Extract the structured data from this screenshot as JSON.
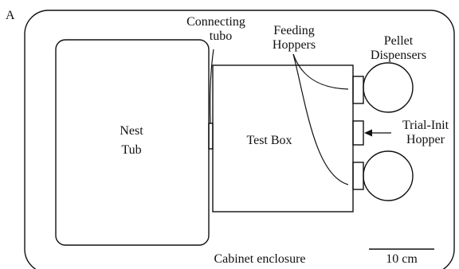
{
  "panel_label": "A",
  "labels": {
    "connecting_line1": "Connecting",
    "connecting_line2": "tubo",
    "feeding_line1": "Feeding",
    "feeding_line2": "Hoppers",
    "pellet_line1": "Pellet",
    "pellet_line2": "Dispensers",
    "nest_line1": "Nest",
    "nest_line2": "Tub",
    "test_box": "Test Box",
    "trial_line1": "Trial-Init",
    "trial_line2": "Hopper",
    "cabinet": "Cabinet enclosure",
    "scale_bar": "10 cm"
  },
  "colors": {
    "stroke": "#111111",
    "background": "#ffffff"
  }
}
